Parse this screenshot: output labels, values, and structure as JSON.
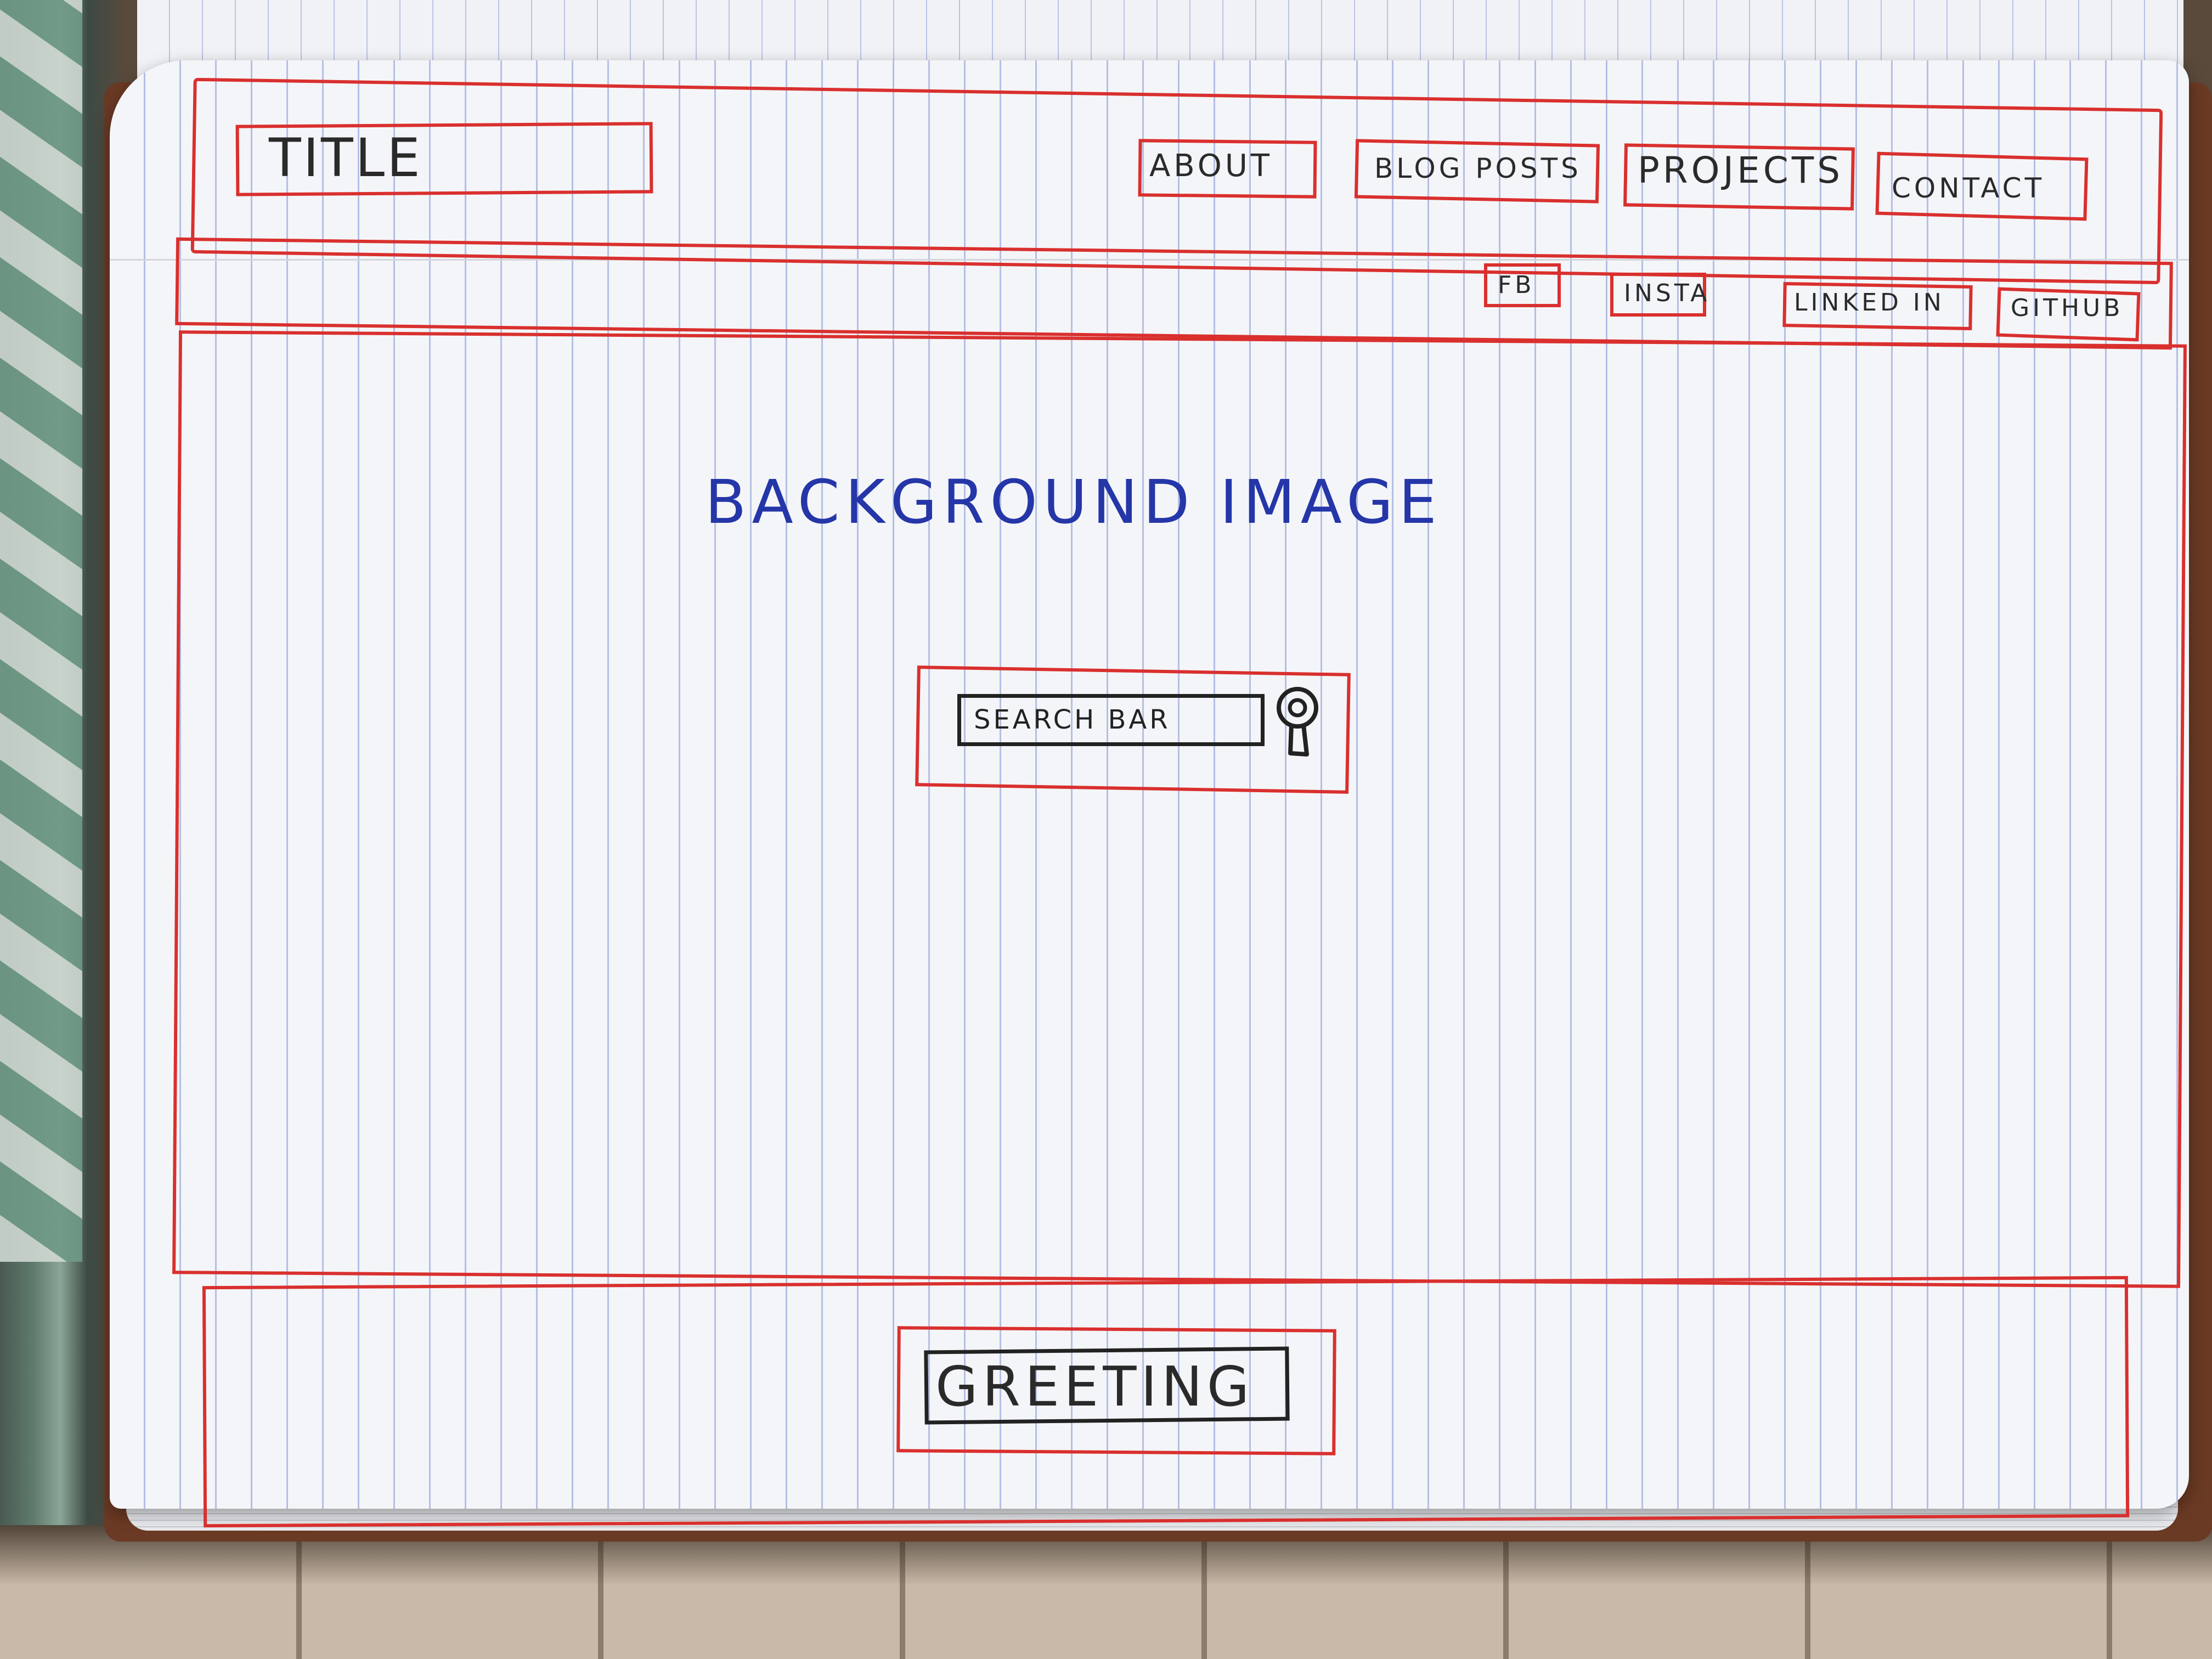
{
  "header": {
    "title": "TITLE",
    "nav": [
      "ABOUT",
      "BLOG POSTS",
      "PROJECTS",
      "CONTACT"
    ]
  },
  "social": [
    "FB",
    "INSTA",
    "LINKED IN",
    "GITHUB"
  ],
  "hero": {
    "background_label": "BACKGROUND IMAGE",
    "search_placeholder": "SEARCH BAR",
    "search_icon": "magnifier-icon"
  },
  "footer": {
    "greeting": "GREETING"
  },
  "colors": {
    "wireframe_red": "#d9302e",
    "ink_blue": "#2536a8",
    "ink_black": "#222222",
    "page_lines": "#b4bfe4"
  }
}
